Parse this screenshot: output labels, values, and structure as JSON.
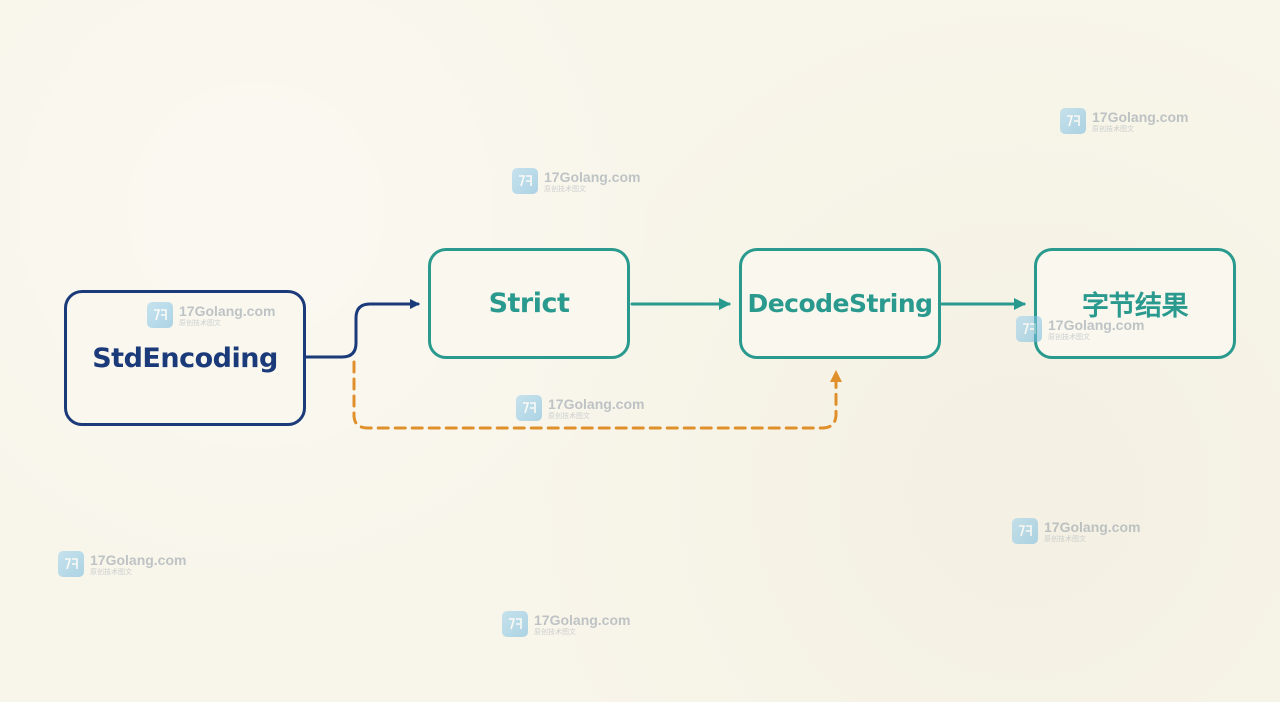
{
  "nodes": {
    "std_encoding": "StdEncoding",
    "strict": "Strict",
    "decode_string": "DecodeString",
    "result": "字节结果"
  },
  "watermark": {
    "title": "17Golang.com",
    "subtitle": "原创技术图文"
  },
  "colors": {
    "background": "#f8f5ea",
    "primary_blue": "#1b3a7a",
    "teal": "#2a9a8f",
    "dashed_orange": "#e0902a"
  }
}
